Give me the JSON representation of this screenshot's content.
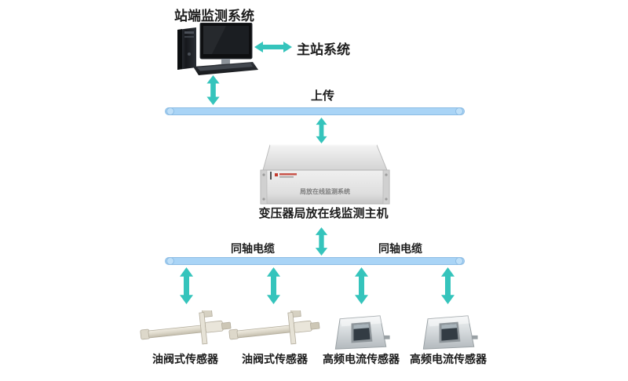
{
  "diagram": {
    "title": "站端监测系统",
    "master_station_label": "主站系统",
    "upload_label": "上传",
    "host_label": "变压器局放在线监测主机",
    "host_panel_text": "局放在线监测系统",
    "coax_left_label": "同轴电缆",
    "coax_right_label": "同轴电缆",
    "sensor_labels": [
      "油阀式传感器",
      "油阀式传感器",
      "高频电流传感器",
      "高频电流传感器"
    ],
    "colors": {
      "arrow": "#35C4BC",
      "bus_fill": "#A9D4F6",
      "bus_border": "#8CBCE4",
      "bg": "#FFFFFF"
    }
  }
}
